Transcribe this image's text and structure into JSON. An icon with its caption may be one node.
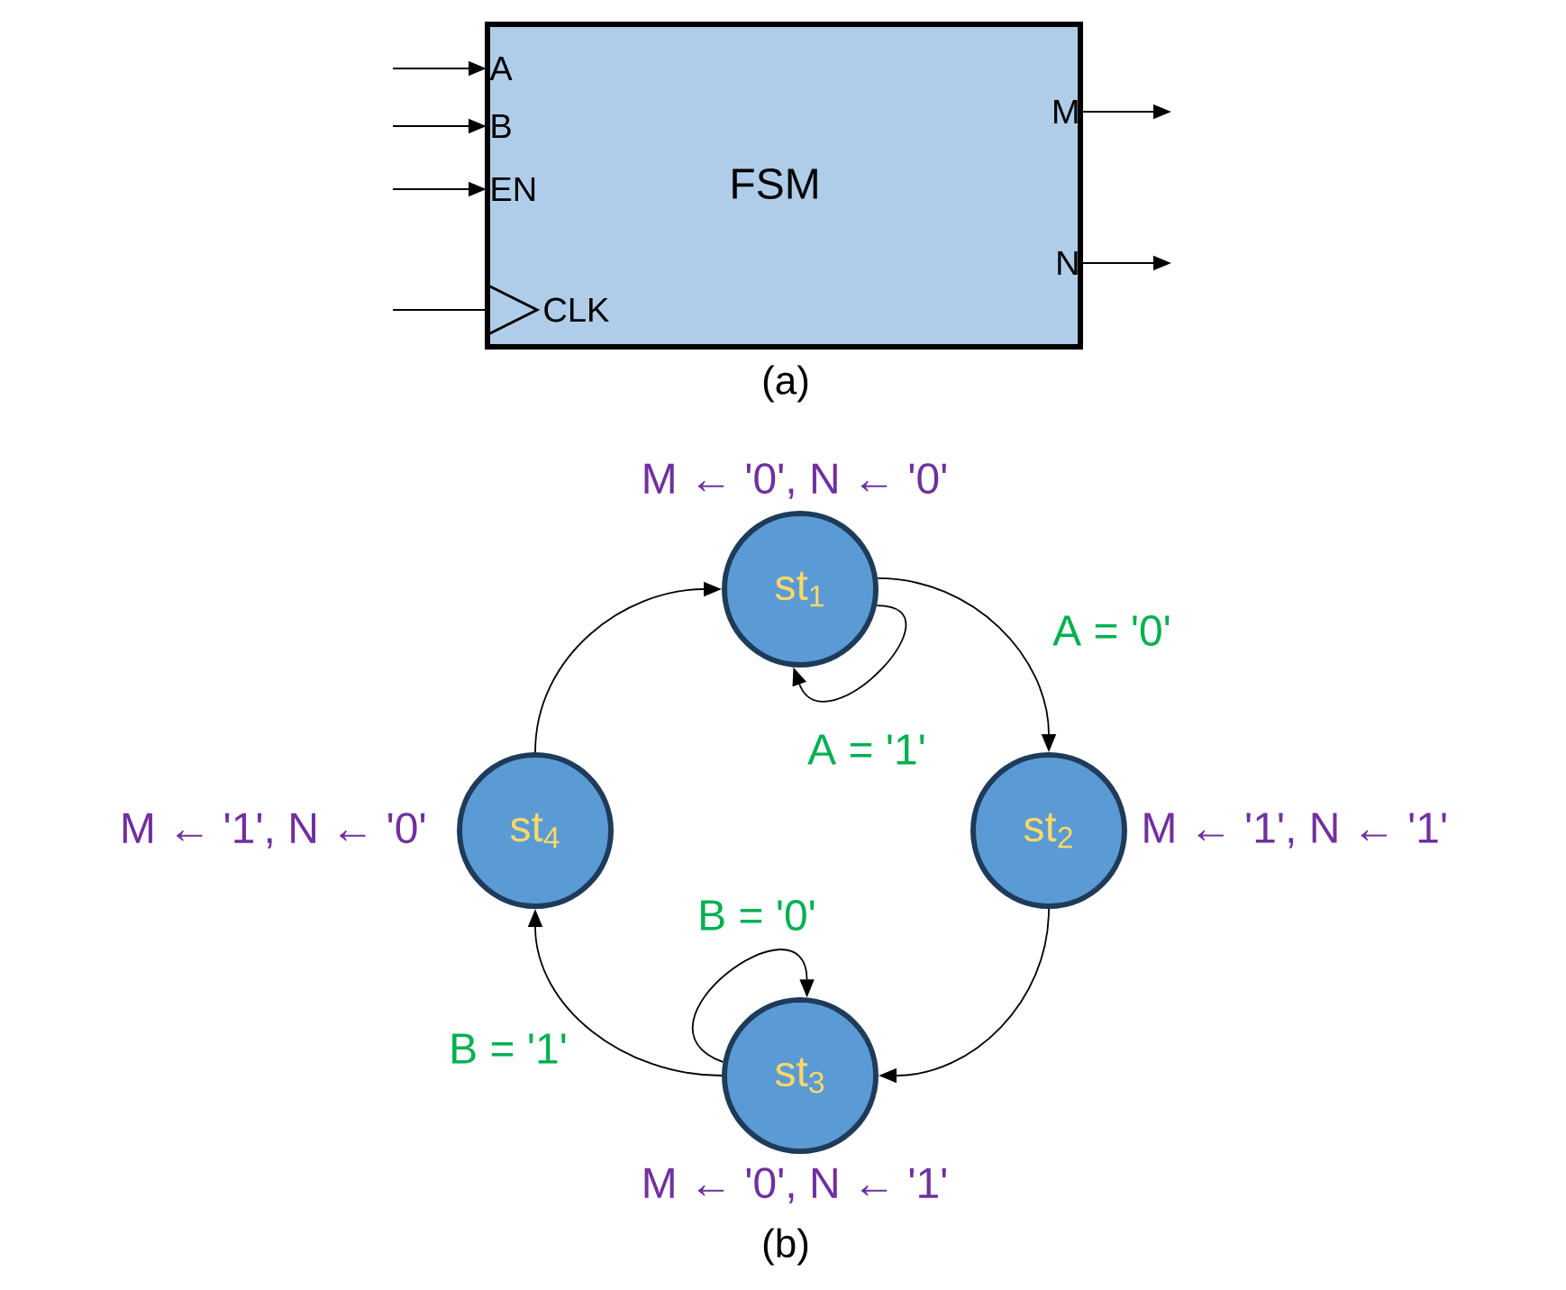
{
  "diagram": {
    "nodes": [
      {
        "text": [
          "FSM"
        ]
      },
      {
        "text": [
          "A"
        ],
        "in": 0
      },
      {
        "text": [
          "B"
        ],
        "in": 0
      },
      {
        "text": [
          "EN"
        ],
        "in": 0
      },
      {
        "text": [
          "CLK"
        ],
        "in": 0
      },
      {
        "text": [
          "M"
        ],
        "in": 0
      },
      {
        "text": [
          "N"
        ],
        "in": 0
      },
      {
        "text": [
          "st$_{1}$"
        ],
        "beside": [
          "M ← '0', N ← '0'"
        ]
      },
      {
        "text": [
          "st$_{2}$"
        ],
        "beside": [
          "M ← '1', N ← '1'"
        ]
      },
      {
        "text": [
          "st$_{3}$"
        ],
        "beside": [
          "M ← '0', N ← '1'"
        ]
      },
      {
        "text": [
          "st$_{4}$"
        ],
        "beside": [
          "M ← '1', N ← '0'"
        ]
      }
    ],
    "edges": [
      {
        "from": null,
        "to": 1,
        "arrow": "to"
      },
      {
        "from": null,
        "to": 2,
        "arrow": "to"
      },
      {
        "from": null,
        "to": 3,
        "arrow": "to"
      },
      {
        "from": null,
        "to": 4,
        "arrow": "none"
      },
      {
        "from": 5,
        "to": null,
        "arrow": "to"
      },
      {
        "from": 6,
        "to": null,
        "arrow": "to"
      },
      {
        "from": 7,
        "to": 8,
        "arrow": "to",
        "label": "A = '0'"
      },
      {
        "from": 7,
        "to": 7,
        "arrow": "to",
        "label": "A = '1'"
      },
      {
        "from": 8,
        "to": 9,
        "arrow": "to"
      },
      {
        "from": 9,
        "to": 9,
        "arrow": "to",
        "label": "B = '0'"
      },
      {
        "from": 9,
        "to": 10,
        "arrow": "to",
        "label": "B = '1'"
      },
      {
        "from": 10,
        "to": 7,
        "arrow": "to"
      }
    ],
    "labels": [
      "(a)",
      "(b)"
    ]
  }
}
